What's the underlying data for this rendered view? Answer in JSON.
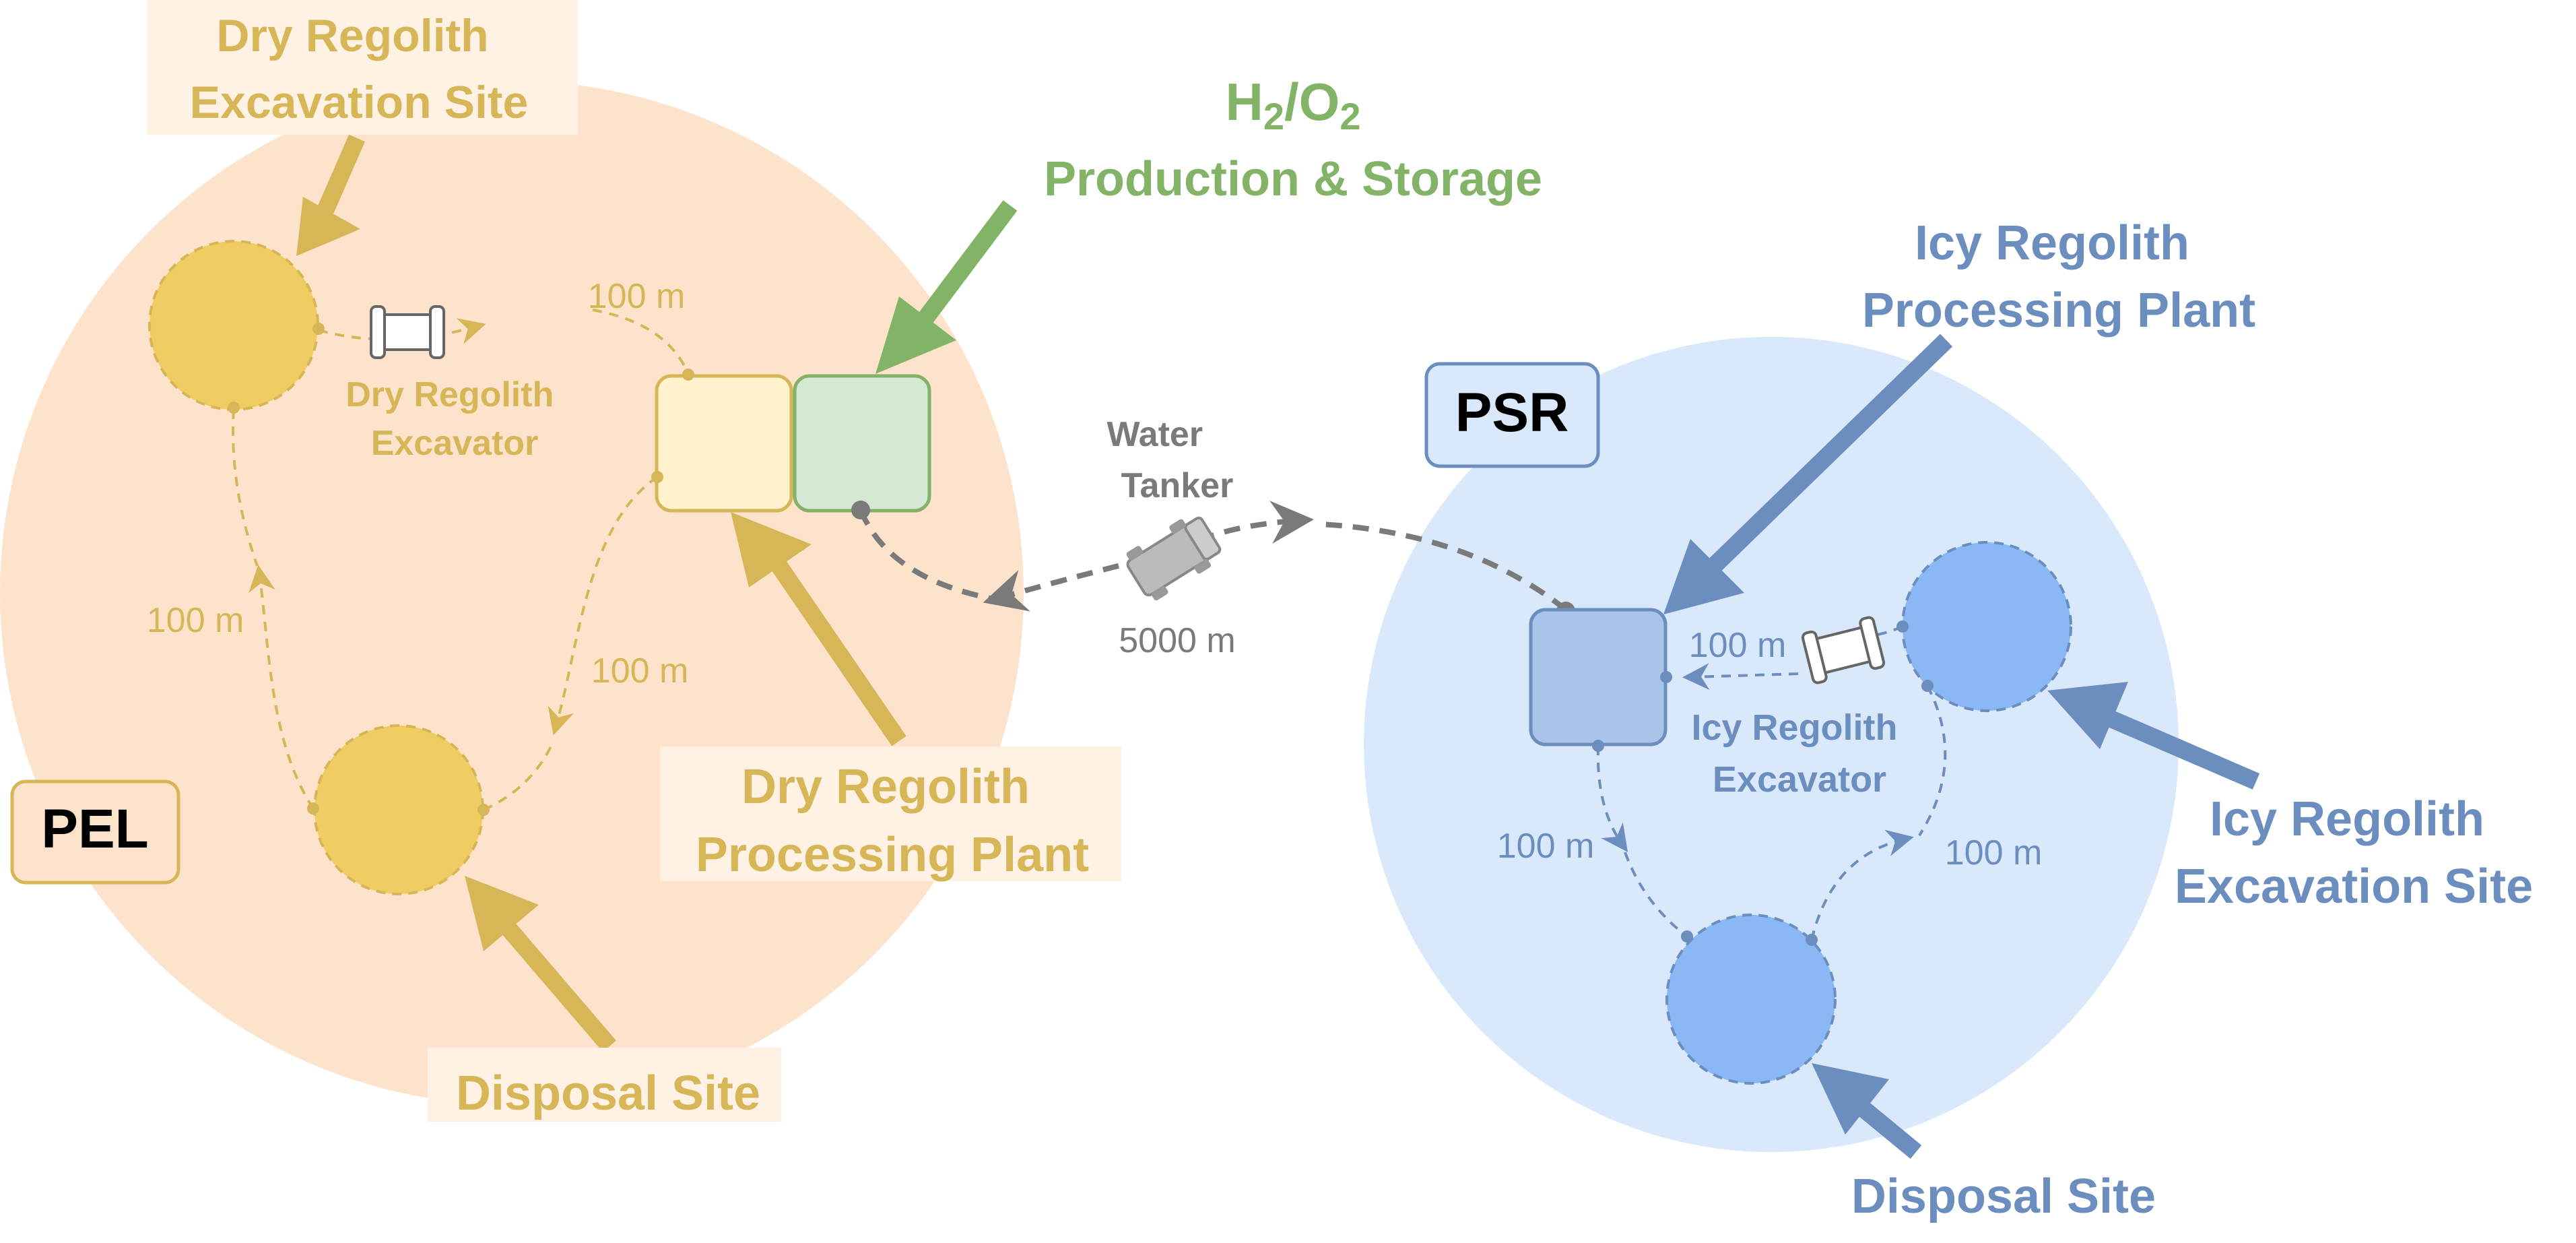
{
  "colors": {
    "pel_zone": "#fde3cc",
    "psr_zone": "#dae8fc",
    "dry": "#d6b656",
    "dry_site_fill": "#f0cd63",
    "dry_plant_fill": "#fff2cc",
    "green": "#82b366",
    "green_fill": "#d5e8d4",
    "blue": "#6c8ebf",
    "blue_site_fill": "#8ab8f4",
    "blue_plant_fill": "#a9c4eb",
    "gray": "#7a7a7a"
  },
  "pel": {
    "zone_label": "PEL",
    "excavation_site_label": [
      "Dry Regolith",
      "Excavation Site"
    ],
    "excavator_label": [
      "Dry Regolith",
      "Excavator"
    ],
    "processing_plant_label": [
      "Dry Regolith",
      "Processing Plant"
    ],
    "disposal_site_label": "Disposal Site",
    "distance_excavator_to_plant": "100 m",
    "distance_plant_to_disposal": "100 m",
    "distance_disposal_to_excavation": "100 m"
  },
  "h2o2": {
    "label_formula": {
      "h": "H",
      "sub1": "2",
      "slash": "/O",
      "sub2": "2"
    },
    "label_line2": "Production & Storage"
  },
  "tanker": {
    "label": [
      "Water",
      "Tanker"
    ],
    "distance": "5000 m"
  },
  "psr": {
    "zone_label": "PSR",
    "processing_plant_label": [
      "Icy Regolith",
      "Processing Plant"
    ],
    "excavation_site_label": [
      "Icy Regolith",
      "Excavation Site"
    ],
    "excavator_label": [
      "Icy Regolith",
      "Excavator"
    ],
    "disposal_site_label": "Disposal Site",
    "distance_excavator_to_plant": "100 m",
    "distance_plant_to_disposal": "100 m",
    "distance_disposal_to_excavation": "100 m"
  }
}
